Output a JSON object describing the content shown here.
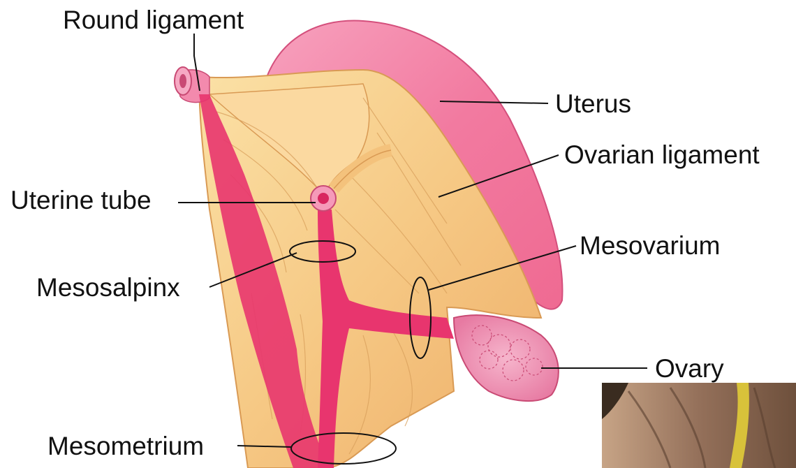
{
  "labels": {
    "round_ligament": "Round ligament",
    "uterus": "Uterus",
    "ovarian_ligament": "Ovarian ligament",
    "uterine_tube": "Uterine tube",
    "mesovarium": "Mesovarium",
    "mesosalpinx": "Mesosalpinx",
    "ovary": "Ovary",
    "mesometrium": "Mesometrium"
  },
  "colors": {
    "uterus": "#f06c96",
    "broad_ligament": "#f4c27c",
    "ovary": "#ef92b4",
    "tube": "#e8356e",
    "leader_line": "#111111",
    "inset_photo": "#8a6a4a",
    "inset_highlight": "#d8c23a"
  }
}
